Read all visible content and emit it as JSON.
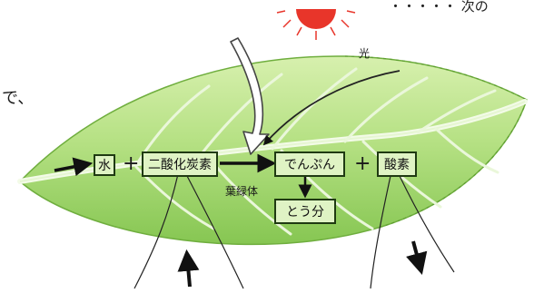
{
  "top_fragment": "・・・・・ 次の",
  "side_text": "で、",
  "light_label": "光",
  "organelle_label": "葉緑体",
  "equation": {
    "water": "水",
    "co2": "二酸化炭素",
    "starch": "でんぷん",
    "oxygen": "酸素",
    "sugar": "とう分",
    "plus_1": "+",
    "plus_2": "+"
  },
  "colors": {
    "leaf_light": "#c9ea9e",
    "leaf_mid": "#9fd66a",
    "leaf_dark": "#6fb43c",
    "box_fill": "#dff3c4",
    "sun": "#e8352a"
  }
}
